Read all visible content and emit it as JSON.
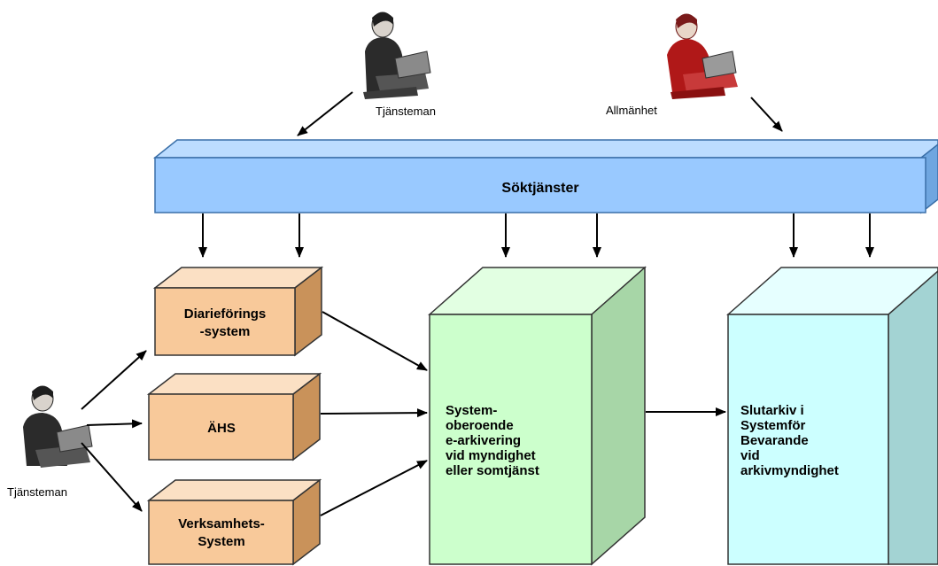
{
  "actors": {
    "top_left": {
      "label": "Tjänsteman",
      "icon": "person-laptop-icon",
      "color": "#2b2b2b"
    },
    "top_right": {
      "label": "Allmänhet",
      "icon": "person-laptop-icon",
      "color": "#b01818"
    },
    "left": {
      "label": "Tjänsteman",
      "icon": "person-laptop-icon",
      "color": "#2b2b2b"
    }
  },
  "search_bar": {
    "label": "Söktjänster",
    "color": "#99c9ff"
  },
  "systems": {
    "diarie": {
      "line1": "Diarieförings",
      "line2": "-system",
      "color": "#f8c99a"
    },
    "ahs": {
      "line1": "ÄHS",
      "color": "#f8c99a"
    },
    "verksamhet": {
      "line1": "Verksamhets-",
      "line2": "System",
      "color": "#f8c99a"
    }
  },
  "archive_green": {
    "lines": [
      "System-",
      "oberoende",
      "e-arkivering",
      "vid myndighet",
      "eller somtjänst"
    ],
    "color": "#ccffcc"
  },
  "archive_cyan": {
    "lines": [
      "Slutarkiv i",
      "Systemför",
      "Bevarande",
      "vid",
      "arkivmyndighet"
    ],
    "color": "#ccffff"
  }
}
